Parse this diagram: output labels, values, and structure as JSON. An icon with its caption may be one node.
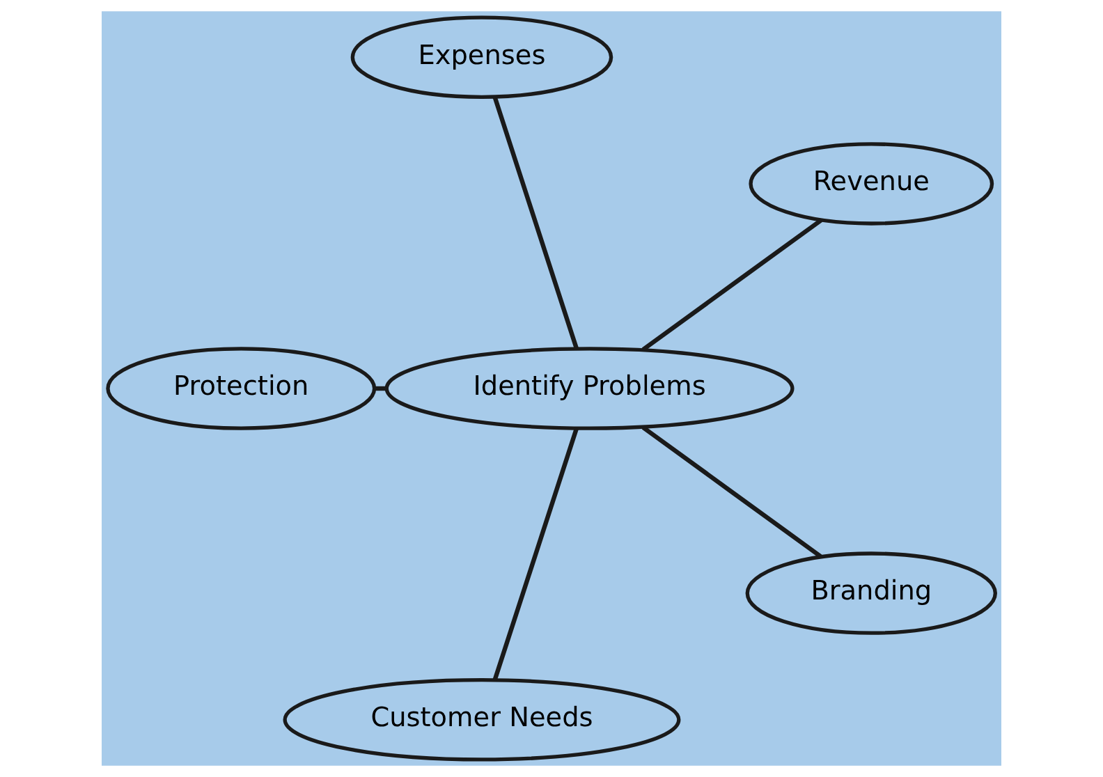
{
  "diagram": {
    "nodes": [
      {
        "text": [
          "Revenue"
        ]
      },
      {
        "text": [
          "Expenses"
        ]
      },
      {
        "text": [
          "Protection"
        ]
      },
      {
        "text": [
          "Identify Problems"
        ]
      },
      {
        "text": [
          "Customer Needs"
        ]
      },
      {
        "text": [
          "Branding"
        ]
      }
    ],
    "edges": [
      {
        "from": 3,
        "to": 0,
        "arrow": "none"
      },
      {
        "from": 3,
        "to": 1,
        "arrow": "none"
      },
      {
        "from": 3,
        "to": 2,
        "arrow": "none"
      },
      {
        "from": 3,
        "to": 5,
        "arrow": "none"
      },
      {
        "from": 3,
        "to": 4,
        "arrow": "none"
      }
    ]
  }
}
